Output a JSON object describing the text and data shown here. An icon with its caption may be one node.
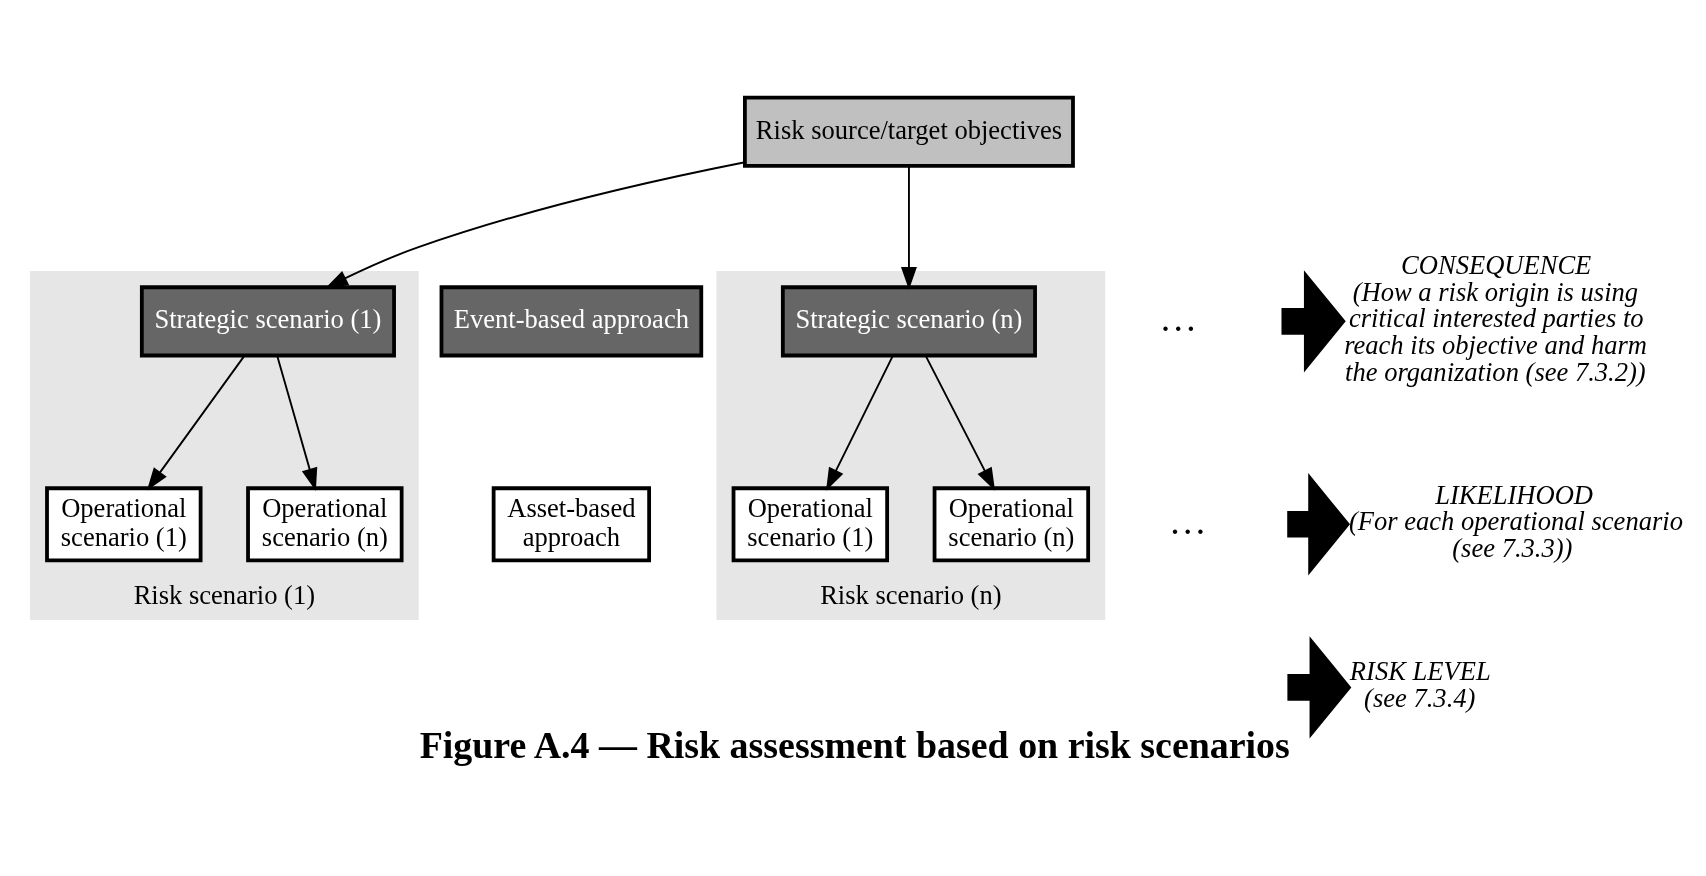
{
  "diagram": {
    "caption": "Figure A.4 — Risk assessment based on risk scenarios",
    "nodes": [
      {
        "text": [
          "Risk source/target objectives"
        ]
      },
      {
        "text": [
          "Event-based approach"
        ]
      },
      {
        "text": [
          "Asset-based approach"
        ]
      },
      {
        "text": [
          "Risk scenario (1)"
        ]
      },
      {
        "text": [
          "Strategic scenario (1)"
        ],
        "in": 3
      },
      {
        "text": [
          "Operational scenario (1)"
        ],
        "in": 3
      },
      {
        "text": [
          "Operational scenario (n)"
        ],
        "in": 3
      },
      {
        "text": [
          "Risk scenario (n)"
        ]
      },
      {
        "text": [
          "Strategic scenario (n)"
        ],
        "in": 7
      },
      {
        "text": [
          "Operational scenario (1)"
        ],
        "in": 7
      },
      {
        "text": [
          "Operational scenario (n)"
        ],
        "in": 7
      },
      {
        "text": [
          "CONSEQUENCE",
          "(How a risk origin is using critical interested parties to reach its objective and harm the organization (see 7.3.2))"
        ]
      },
      {
        "text": [
          "LIKELIHOOD",
          "(For each operational scenario (see 7.3.3))"
        ]
      },
      {
        "text": [
          "RISK LEVEL",
          "(see 7.3.4)"
        ]
      }
    ],
    "edges": [
      {
        "from": 0,
        "to": 4,
        "arrow": "to"
      },
      {
        "from": 0,
        "to": 8,
        "arrow": "to"
      },
      {
        "from": 4,
        "to": 5,
        "arrow": "to"
      },
      {
        "from": 4,
        "to": 6,
        "arrow": "to"
      },
      {
        "from": 8,
        "to": 9,
        "arrow": "to"
      },
      {
        "from": 8,
        "to": 10,
        "arrow": "to"
      },
      {
        "from": null,
        "to": 11,
        "arrow": "to",
        "style": "thick"
      },
      {
        "from": null,
        "to": 12,
        "arrow": "to",
        "style": "thick"
      },
      {
        "from": null,
        "to": 13,
        "arrow": "to",
        "style": "thick"
      }
    ],
    "labels": [
      "…",
      "…"
    ]
  }
}
